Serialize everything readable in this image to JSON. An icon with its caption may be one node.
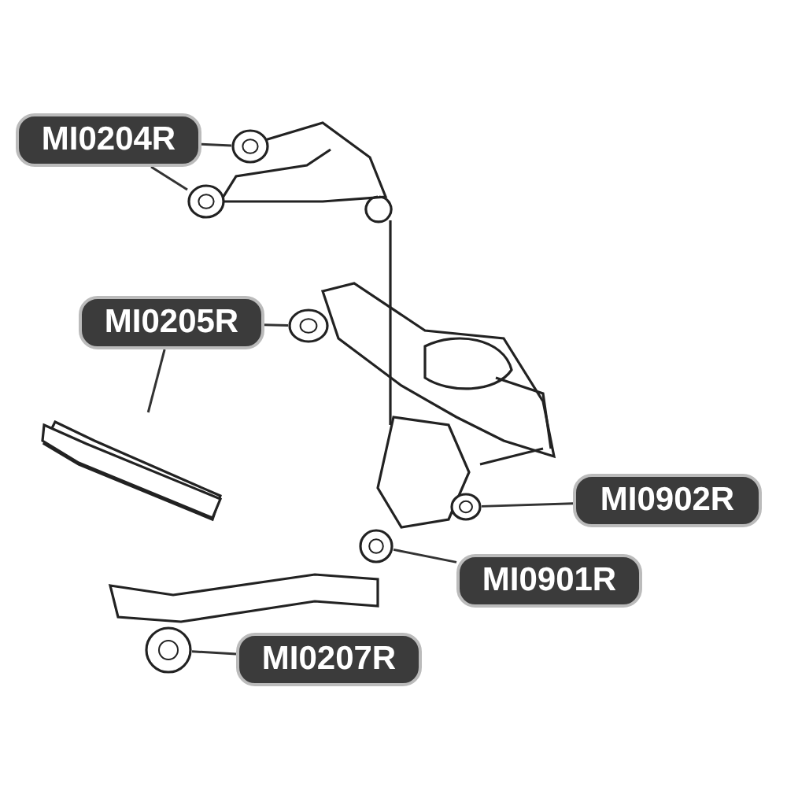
{
  "diagram": {
    "nodes": [
      {
        "text": [
          "MI0204R"
        ]
      },
      {
        "text": [],
        "shape": "cylinder"
      },
      {
        "text": [],
        "shape": "cylinder"
      },
      {
        "text": [
          "MI0205R"
        ]
      },
      {
        "text": [],
        "shape": "cylinder"
      },
      {
        "text": [],
        "shape": "bar"
      },
      {
        "text": [
          "MI0902R"
        ]
      },
      {
        "text": [],
        "shape": "cylinder"
      },
      {
        "text": [
          "MI0901R"
        ]
      },
      {
        "text": [],
        "shape": "cylinder"
      },
      {
        "text": [
          "MI0207R"
        ]
      },
      {
        "text": [],
        "shape": "cylinder"
      }
    ],
    "edges": [
      {
        "from": 0,
        "to": 1,
        "arrow": "none"
      },
      {
        "from": 0,
        "to": 2,
        "arrow": "none"
      },
      {
        "from": 3,
        "to": 4,
        "arrow": "none"
      },
      {
        "from": 3,
        "to": 5,
        "arrow": "none"
      },
      {
        "from": 6,
        "to": 7,
        "arrow": "none"
      },
      {
        "from": 8,
        "to": 9,
        "arrow": "none"
      },
      {
        "from": 10,
        "to": 11,
        "arrow": "none"
      }
    ]
  }
}
